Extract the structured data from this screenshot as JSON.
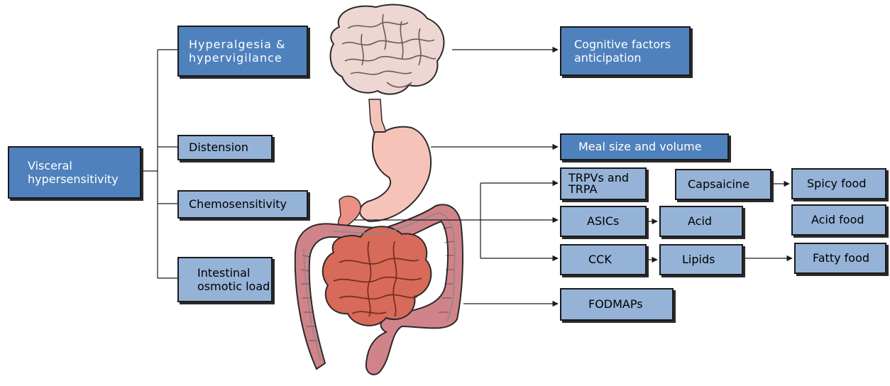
{
  "colors": {
    "dark_box": "#4f81bd",
    "light_box": "#95b3d7",
    "stroke": "#1a1a1a"
  },
  "illustrations": [
    "brain-icon",
    "digestive-tract-icon"
  ],
  "nodes": {
    "visceral": "Visceral\nhypersensitivity",
    "hyperalgesia": "Hyperalgesia &\nhypervigilance",
    "distension": "Distension",
    "chemosensitivity": "Chemosensitivity",
    "osmotic": "Intestinal\nosmotic load",
    "cognitive": "Cognitive factors\nanticipation",
    "meal": "Meal size and volume",
    "trpv": "TRPVs and\nTRPA",
    "asics": "ASICs",
    "cck": "CCK",
    "fodmaps": "FODMAPs",
    "capsaicine": "Capsaicine",
    "acid": "Acid",
    "lipids": "Lipids",
    "spicy": "Spicy food",
    "acid_food": "Acid food",
    "fatty": "Fatty food"
  }
}
